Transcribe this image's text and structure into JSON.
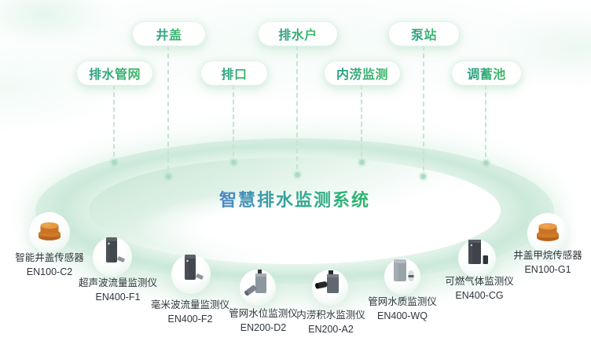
{
  "diagram": {
    "title": "智慧排水监测系统"
  },
  "tags": [
    {
      "label": "排水管网"
    },
    {
      "label": "井盖"
    },
    {
      "label": "排口"
    },
    {
      "label": "排水户"
    },
    {
      "label": "内涝监测"
    },
    {
      "label": "泵站"
    },
    {
      "label": "调蓄池"
    }
  ],
  "products": [
    {
      "name": "智能井盖传感器",
      "model": "EN100-C2",
      "icon": "manhole-cover-sensor-icon"
    },
    {
      "name": "超声波流量监测仪",
      "model": "EN400-F1",
      "icon": "ultrasonic-flow-monitor-icon"
    },
    {
      "name": "毫米波流量监测仪",
      "model": "EN400-F2",
      "icon": "mmwave-flow-monitor-icon"
    },
    {
      "name": "管网水位监测仪",
      "model": "EN200-D2",
      "icon": "water-level-monitor-icon"
    },
    {
      "name": "内涝积水监测仪",
      "model": "EN200-A2",
      "icon": "waterlogging-monitor-icon"
    },
    {
      "name": "管网水质监测仪",
      "model": "EN400-WQ",
      "icon": "water-quality-monitor-icon"
    },
    {
      "name": "可燃气体监测仪",
      "model": "EN400-CG",
      "icon": "combustible-gas-monitor-icon"
    },
    {
      "name": "井盖甲烷传感器",
      "model": "EN100-G1",
      "icon": "methane-sensor-icon"
    }
  ],
  "colors": {
    "tag_text_from": "#2a9e85",
    "tag_text_to": "#3cba67",
    "title_from": "#4a86c8",
    "title_to": "#2fb56d",
    "connector_line": "#c3e5d1",
    "connector_dot": "#abdcc3",
    "platform_green": "#cbe9da",
    "sensor_orange": "#d8822f",
    "device_dark": "#43484e",
    "device_gray": "#8f979e",
    "label_text": "#2f363d"
  }
}
